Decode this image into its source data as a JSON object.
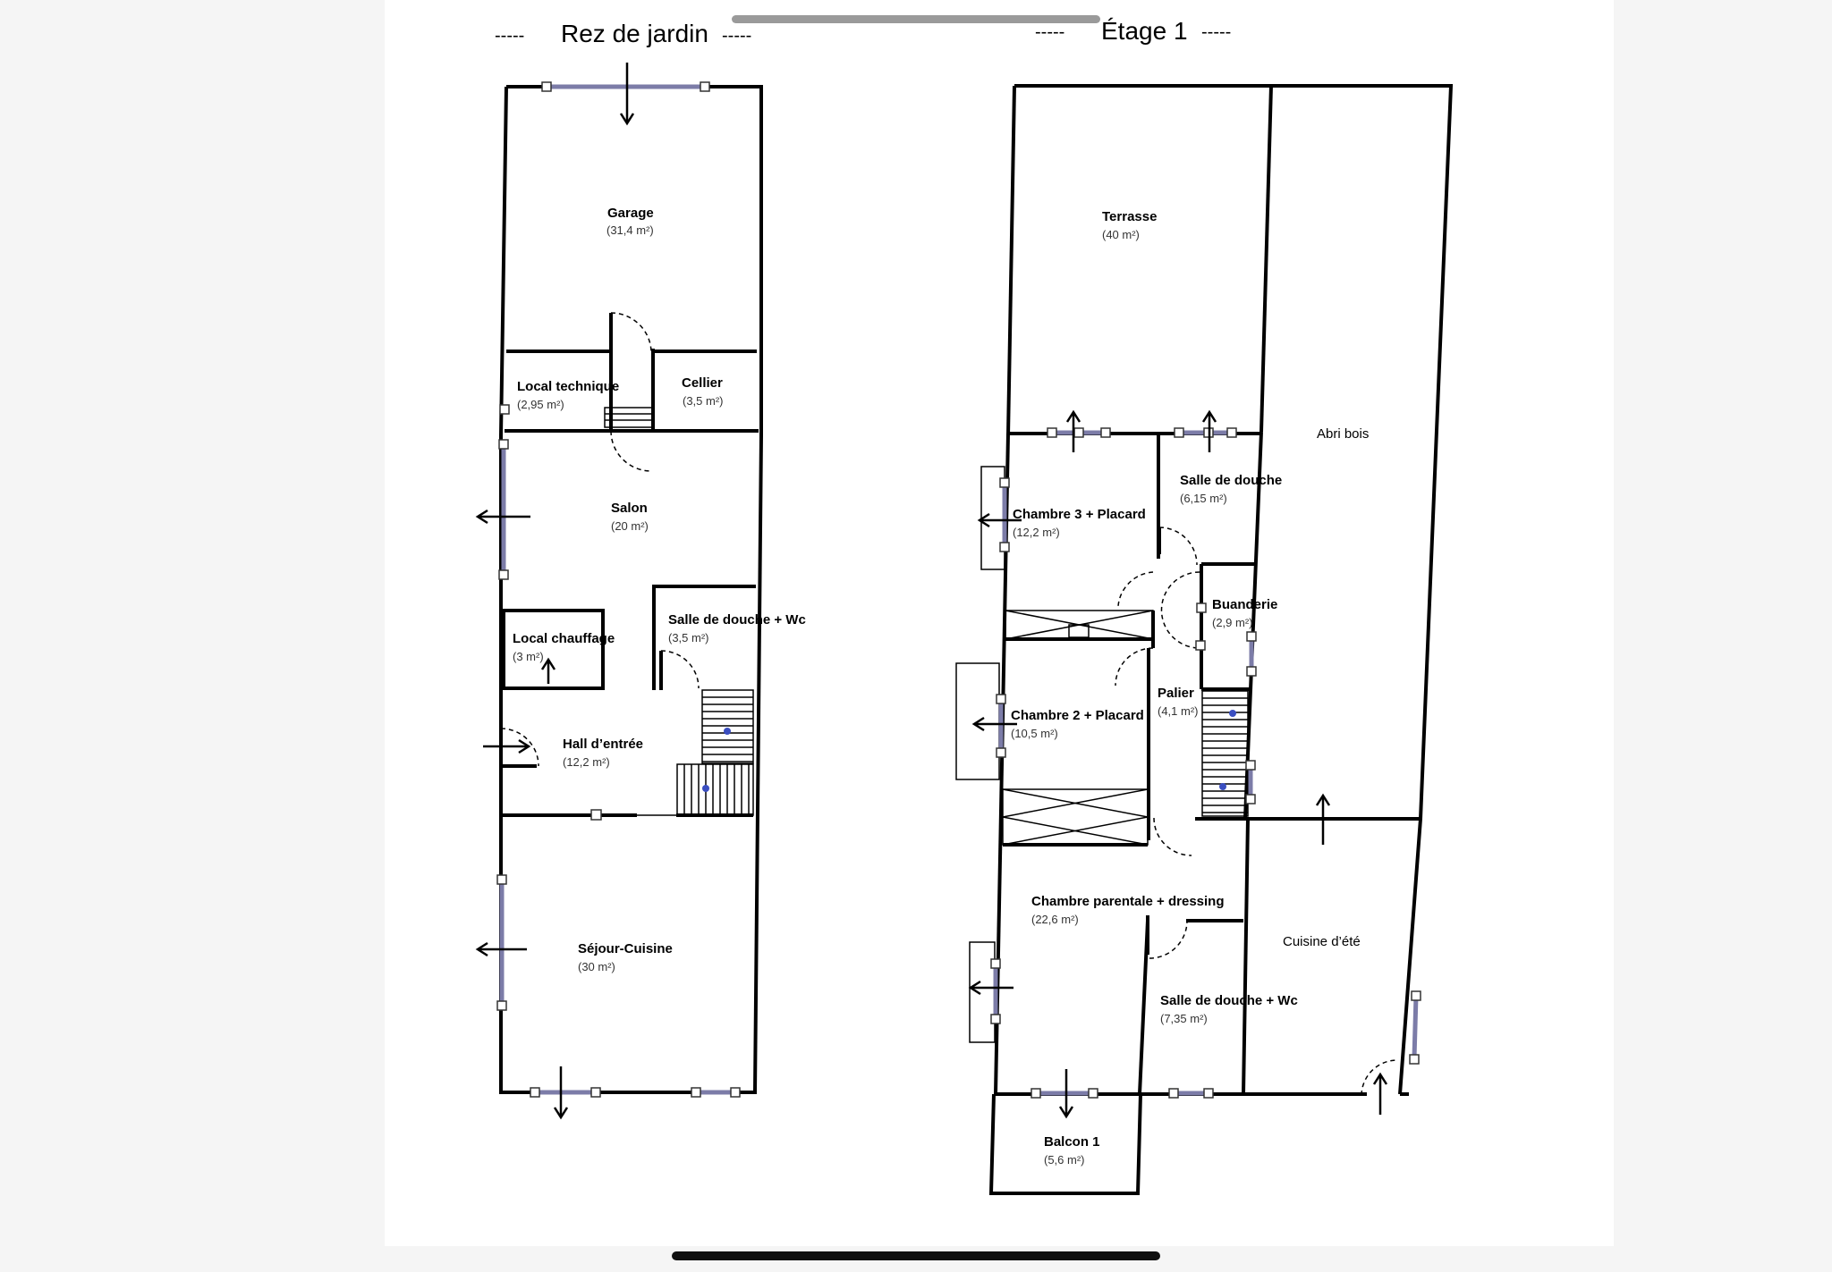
{
  "floors": {
    "ground": {
      "title": "Rez de jardin",
      "dashes": "-----",
      "rooms": {
        "garage": {
          "name": "Garage",
          "area": "(31,4 m²)"
        },
        "local_technique": {
          "name": "Local technique",
          "area": "(2,95 m²)"
        },
        "cellier": {
          "name": "Cellier",
          "area": "(3,5 m²)"
        },
        "salon": {
          "name": "Salon",
          "area": "(20 m²)"
        },
        "local_chauffage": {
          "name": "Local chauffage",
          "area": "(3 m²)"
        },
        "salle_douche": {
          "name": "Salle de douche + Wc",
          "area": "(3,5 m²)"
        },
        "hall": {
          "name": "Hall d’entrée",
          "area": "(12,2 m²)"
        },
        "sejour": {
          "name": "Séjour-Cuisine",
          "area": "(30 m²)"
        }
      }
    },
    "first": {
      "title": "Étage 1",
      "dashes": "-----",
      "rooms": {
        "terrasse": {
          "name": "Terrasse",
          "area": "(40 m²)"
        },
        "abri_bois": {
          "name": "Abri bois"
        },
        "salle_douche": {
          "name": "Salle de douche",
          "area": "(6,15 m²)"
        },
        "chambre3": {
          "name": "Chambre 3 + Placard",
          "area": "(12,2 m²)"
        },
        "buanderie": {
          "name": "Buanderie",
          "area": "(2,9 m²)"
        },
        "palier": {
          "name": "Palier",
          "area": "(4,1 m²)"
        },
        "chambre2": {
          "name": "Chambre 2 + Placard",
          "area": "(10,5 m²)"
        },
        "chambre_parentale": {
          "name": "Chambre parentale + dressing",
          "area": "(22,6 m²)"
        },
        "cuisine_ete": {
          "name": "Cuisine d’été"
        },
        "salle_douche_wc": {
          "name": "Salle de douche + Wc",
          "area": "(7,35 m²)"
        },
        "balcon": {
          "name": "Balcon 1",
          "area": "(5,6 m²)"
        }
      }
    }
  },
  "colors": {
    "wall": "#000000",
    "window": "#7c7ca8",
    "stair_marker": "#3a4ec0"
  }
}
